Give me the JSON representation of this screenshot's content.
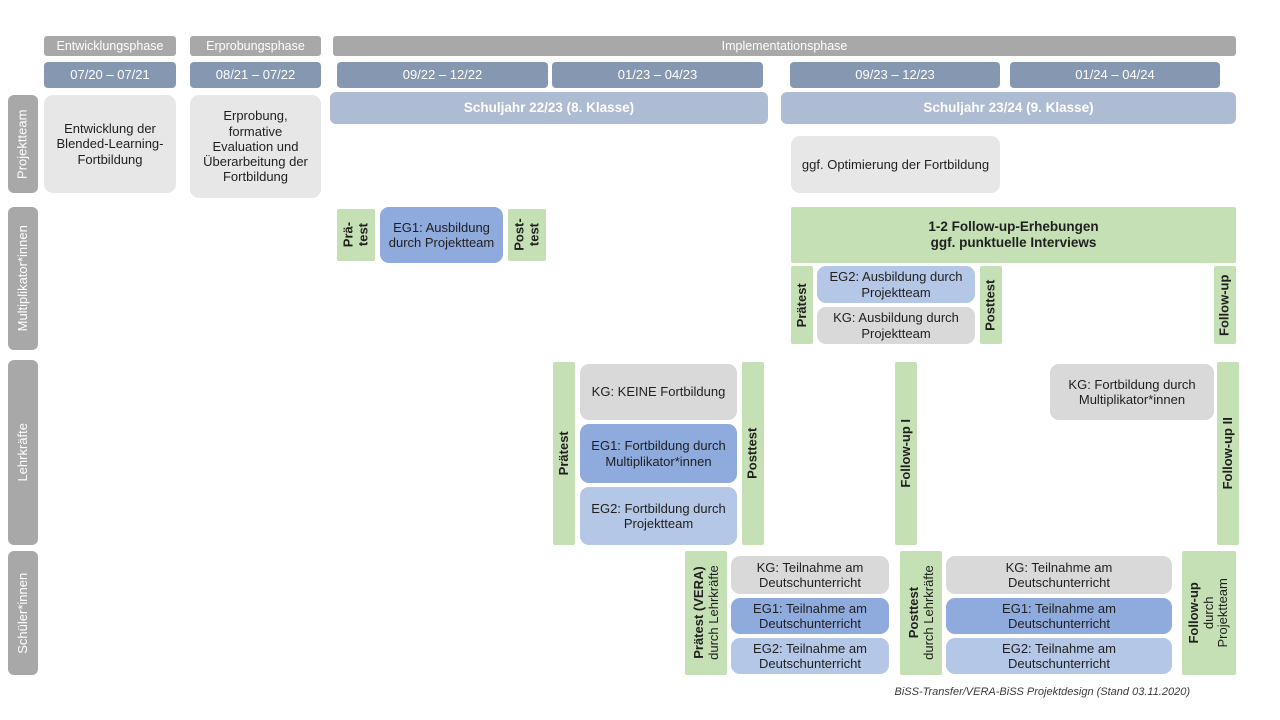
{
  "phases": {
    "entwicklung": "Entwicklungsphase",
    "erprobung": "Erprobungsphase",
    "implementation": "Implementationsphase"
  },
  "periods": {
    "p1": "07/20 – 07/21",
    "p2": "08/21 – 07/22",
    "p3": "09/22 – 12/22",
    "p4": "01/23 – 04/23",
    "p5": "09/23 – 12/23",
    "p6": "01/24 – 04/24"
  },
  "school_years": {
    "sy1": "Schuljahr 22/23 (8. Klasse)",
    "sy2": "Schuljahr 23/24 (9. Klasse)"
  },
  "row_labels": {
    "projektteam": "Projektteam",
    "multiplikatoren": "Multiplikator*innen",
    "lehrkraefte": "Lehrkräfte",
    "schueler": "Schüler*innen"
  },
  "projektteam": {
    "entwicklung_box": "Entwicklung der Blended-Learning-Fortbildung",
    "erprobung_box": "Erprobung, formative Evaluation und Überarbeitung der Fortbildung",
    "optimierung_box": "ggf. Optimierung der Fortbildung"
  },
  "multiplikatoren": {
    "praetest1_line1": "Prä-",
    "praetest1_line2": "test",
    "eg1_box": "EG1: Ausbildung durch Projektteam",
    "posttest1_line1": "Post-",
    "posttest1_line2": "test",
    "followup_banner_line1": "1-2 Follow-up-Erhebungen",
    "followup_banner_line2": "ggf. punktuelle Interviews",
    "praetest2": "Prätest",
    "eg2_box": "EG2: Ausbildung durch Projektteam",
    "kg_box": "KG: Ausbildung durch Projektteam",
    "posttest2": "Posttest",
    "followup": "Follow-up"
  },
  "lehrkraefte": {
    "praetest": "Prätest",
    "kg_box": "KG: KEINE Fortbildung",
    "eg1_box": "EG1: Fortbildung durch Multiplikator*innen",
    "eg2_box": "EG2: Fortbildung durch Projektteam",
    "posttest": "Posttest",
    "followup1": "Follow-up I",
    "kg2_box": "KG: Fortbildung durch Multiplikator*innen",
    "followup2": "Follow-up II"
  },
  "schueler": {
    "praetest_line1": "Prätest (VERA)",
    "praetest_line2": "durch  Lehrkräfte",
    "kg1_box": "KG: Teilnahme am Deutschunterricht",
    "eg1_1_box": "EG1: Teilnahme am Deutschunterricht",
    "eg2_1_box": "EG2: Teilnahme am Deutschunterricht",
    "posttest_line1": "Posttest",
    "posttest_line2": "durch  Lehrkräfte",
    "kg2_box": "KG: Teilnahme am Deutschunterricht",
    "eg1_2_box": "EG1: Teilnahme am Deutschunterricht",
    "eg2_2_box": "EG2: Teilnahme am Deutschunterricht",
    "followup_line1": "Follow-up",
    "followup_line2": "durch Projektteam"
  },
  "caption": "BiSS-Transfer/VERA-BiSS Projektdesign (Stand 03.11.2020)",
  "colors": {
    "phase_header": "#a8a8a8",
    "period_bar": "#8597b1",
    "school_year": "#adbcd2",
    "light_gray_box": "#e8e7e7",
    "kg_gray": "#d9d9d9",
    "eg1_blue": "#8faadc",
    "eg2_blue": "#b5c7e7",
    "green": "#c5e0b4",
    "row_label": "#a8a8a8"
  }
}
